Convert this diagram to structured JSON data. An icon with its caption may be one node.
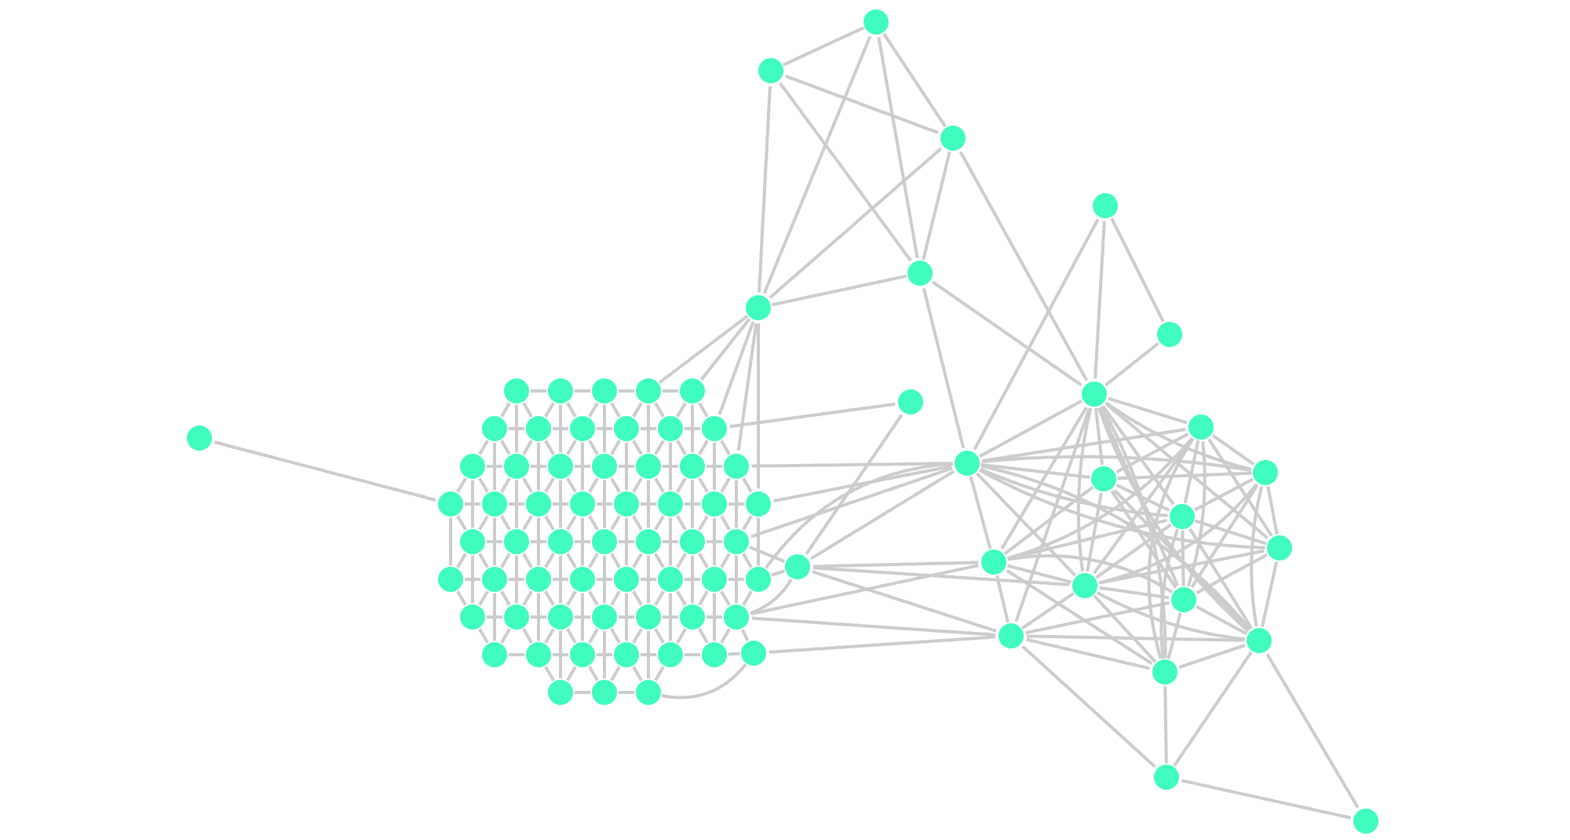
{
  "diagram": {
    "nodes": [
      {
        "text": [],
        "shape": "circle"
      },
      {
        "text": [],
        "shape": "circle"
      },
      {
        "text": [],
        "shape": "circle"
      },
      {
        "text": [],
        "shape": "circle"
      },
      {
        "text": [],
        "shape": "circle"
      },
      {
        "text": [],
        "shape": "circle"
      },
      {
        "text": [],
        "shape": "circle"
      },
      {
        "text": [],
        "shape": "circle"
      },
      {
        "text": [],
        "shape": "circle"
      },
      {
        "text": [],
        "shape": "circle"
      },
      {
        "text": [],
        "shape": "circle"
      },
      {
        "text": [],
        "shape": "circle"
      },
      {
        "text": [],
        "shape": "circle"
      },
      {
        "text": [],
        "shape": "circle"
      },
      {
        "text": [],
        "shape": "circle"
      },
      {
        "text": [],
        "shape": "circle"
      },
      {
        "text": [],
        "shape": "circle"
      },
      {
        "text": [],
        "shape": "circle"
      },
      {
        "text": [],
        "shape": "circle"
      },
      {
        "text": [],
        "shape": "circle"
      },
      {
        "text": [],
        "shape": "circle"
      },
      {
        "text": [],
        "shape": "circle"
      },
      {
        "text": [],
        "shape": "circle"
      },
      {
        "text": [],
        "shape": "circle"
      },
      {
        "text": [],
        "shape": "circle"
      },
      {
        "text": [],
        "shape": "circle"
      },
      {
        "text": [],
        "shape": "circle"
      },
      {
        "text": [],
        "shape": "circle"
      },
      {
        "text": [],
        "shape": "circle"
      },
      {
        "text": [],
        "shape": "circle"
      },
      {
        "text": [],
        "shape": "circle"
      },
      {
        "text": [],
        "shape": "circle"
      },
      {
        "text": [],
        "shape": "circle"
      },
      {
        "text": [],
        "shape": "circle"
      },
      {
        "text": [],
        "shape": "circle"
      },
      {
        "text": [],
        "shape": "circle"
      },
      {
        "text": [],
        "shape": "circle"
      },
      {
        "text": [],
        "shape": "circle"
      },
      {
        "text": [],
        "shape": "circle"
      },
      {
        "text": [],
        "shape": "circle"
      },
      {
        "text": [],
        "shape": "circle"
      },
      {
        "text": [],
        "shape": "circle"
      },
      {
        "text": [],
        "shape": "circle"
      },
      {
        "text": [],
        "shape": "circle"
      },
      {
        "text": [],
        "shape": "circle"
      },
      {
        "text": [],
        "shape": "circle"
      },
      {
        "text": [],
        "shape": "circle"
      },
      {
        "text": [],
        "shape": "circle"
      },
      {
        "text": [],
        "shape": "circle"
      },
      {
        "text": [],
        "shape": "circle"
      },
      {
        "text": [],
        "shape": "circle"
      },
      {
        "text": [],
        "shape": "circle"
      },
      {
        "text": [],
        "shape": "circle"
      },
      {
        "text": [],
        "shape": "circle"
      },
      {
        "text": [],
        "shape": "circle"
      },
      {
        "text": [],
        "shape": "circle"
      },
      {
        "text": [],
        "shape": "circle"
      },
      {
        "text": [],
        "shape": "circle"
      },
      {
        "text": [],
        "shape": "circle"
      },
      {
        "text": [],
        "shape": "circle"
      },
      {
        "text": [],
        "shape": "circle"
      },
      {
        "text": [],
        "shape": "circle"
      },
      {
        "text": [],
        "shape": "circle"
      },
      {
        "text": [],
        "shape": "circle"
      },
      {
        "text": [],
        "shape": "circle"
      },
      {
        "text": [],
        "shape": "circle"
      },
      {
        "text": [],
        "shape": "circle"
      },
      {
        "text": [],
        "shape": "circle"
      },
      {
        "text": [],
        "shape": "circle"
      },
      {
        "text": [],
        "shape": "circle"
      },
      {
        "text": [],
        "shape": "circle"
      },
      {
        "text": [],
        "shape": "circle"
      },
      {
        "text": [],
        "shape": "circle"
      },
      {
        "text": [],
        "shape": "circle"
      },
      {
        "text": [],
        "shape": "circle"
      },
      {
        "text": [],
        "shape": "circle"
      },
      {
        "text": [],
        "shape": "circle"
      },
      {
        "text": [],
        "shape": "circle"
      },
      {
        "text": [],
        "shape": "circle"
      },
      {
        "text": [],
        "shape": "circle"
      },
      {
        "text": [],
        "shape": "circle"
      },
      {
        "text": [],
        "shape": "circle"
      },
      {
        "text": [],
        "shape": "circle"
      }
    ],
    "edges": [
      {
        "from": 0,
        "to": 1,
        "arrow": "none"
      },
      {
        "from": 0,
        "to": 2,
        "arrow": "none"
      },
      {
        "from": 0,
        "to": 3,
        "arrow": "none"
      },
      {
        "from": 0,
        "to": 4,
        "arrow": "none"
      },
      {
        "from": 1,
        "to": 2,
        "arrow": "none"
      },
      {
        "from": 1,
        "to": 3,
        "arrow": "none"
      },
      {
        "from": 1,
        "to": 4,
        "arrow": "none"
      },
      {
        "from": 2,
        "to": 4,
        "arrow": "none"
      },
      {
        "from": 2,
        "to": 3,
        "arrow": "none"
      },
      {
        "from": 2,
        "to": 9,
        "arrow": "none"
      },
      {
        "from": 3,
        "to": 4,
        "arrow": "none"
      },
      {
        "from": 3,
        "to": 8,
        "arrow": "none"
      },
      {
        "from": 3,
        "to": 9,
        "arrow": "none"
      },
      {
        "from": 5,
        "to": 9,
        "arrow": "none"
      },
      {
        "from": 5,
        "to": 6,
        "arrow": "none"
      },
      {
        "from": 5,
        "to": 8,
        "arrow": "none"
      },
      {
        "from": 6,
        "to": 9,
        "arrow": "none"
      },
      {
        "from": 8,
        "to": 9,
        "arrow": "none"
      },
      {
        "from": 8,
        "to": 10,
        "arrow": "none"
      },
      {
        "from": 8,
        "to": 11,
        "arrow": "none"
      },
      {
        "from": 8,
        "to": 12,
        "arrow": "none"
      },
      {
        "from": 8,
        "to": 13,
        "arrow": "none"
      },
      {
        "from": 8,
        "to": 14,
        "arrow": "none"
      },
      {
        "from": 8,
        "to": 15,
        "arrow": "none"
      },
      {
        "from": 8,
        "to": 16,
        "arrow": "none"
      },
      {
        "from": 8,
        "to": 19,
        "arrow": "none"
      },
      {
        "from": 9,
        "to": 10,
        "arrow": "none"
      },
      {
        "from": 9,
        "to": 11,
        "arrow": "none"
      },
      {
        "from": 9,
        "to": 12,
        "arrow": "none"
      },
      {
        "from": 9,
        "to": 13,
        "arrow": "none"
      },
      {
        "from": 9,
        "to": 14,
        "arrow": "none"
      },
      {
        "from": 9,
        "to": 15,
        "arrow": "none"
      },
      {
        "from": 9,
        "to": 16,
        "arrow": "none"
      },
      {
        "from": 9,
        "to": 17,
        "arrow": "none"
      },
      {
        "from": 9,
        "to": 18,
        "arrow": "none"
      },
      {
        "from": 9,
        "to": 19,
        "arrow": "none"
      },
      {
        "from": 9,
        "to": 20,
        "arrow": "none"
      },
      {
        "from": 10,
        "to": 12,
        "arrow": "none"
      },
      {
        "from": 10,
        "to": 13,
        "arrow": "none"
      },
      {
        "from": 10,
        "to": 14,
        "arrow": "none"
      },
      {
        "from": 10,
        "to": 11,
        "arrow": "none"
      },
      {
        "from": 10,
        "to": 16,
        "arrow": "none"
      },
      {
        "from": 10,
        "to": 17,
        "arrow": "none"
      },
      {
        "from": 10,
        "to": 20,
        "arrow": "none"
      },
      {
        "from": 10,
        "to": 15,
        "arrow": "none"
      },
      {
        "from": 11,
        "to": 13,
        "arrow": "none"
      },
      {
        "from": 11,
        "to": 15,
        "arrow": "none"
      },
      {
        "from": 11,
        "to": 16,
        "arrow": "none"
      },
      {
        "from": 11,
        "to": 17,
        "arrow": "none"
      },
      {
        "from": 11,
        "to": 12,
        "arrow": "none"
      },
      {
        "from": 11,
        "to": 19,
        "arrow": "none"
      },
      {
        "from": 12,
        "to": 14,
        "arrow": "none"
      },
      {
        "from": 12,
        "to": 13,
        "arrow": "none"
      },
      {
        "from": 12,
        "to": 17,
        "arrow": "none"
      },
      {
        "from": 12,
        "to": 19,
        "arrow": "none"
      },
      {
        "from": 12,
        "to": 16,
        "arrow": "none"
      },
      {
        "from": 13,
        "to": 14,
        "arrow": "none"
      },
      {
        "from": 13,
        "to": 15,
        "arrow": "none"
      },
      {
        "from": 13,
        "to": 16,
        "arrow": "none"
      },
      {
        "from": 13,
        "to": 17,
        "arrow": "none"
      },
      {
        "from": 13,
        "to": 19,
        "arrow": "none"
      },
      {
        "from": 13,
        "to": 20,
        "arrow": "none"
      },
      {
        "from": 14,
        "to": 19,
        "arrow": "none"
      },
      {
        "from": 14,
        "to": 17,
        "arrow": "none"
      },
      {
        "from": 14,
        "to": 16,
        "arrow": "none"
      },
      {
        "from": 15,
        "to": 16,
        "arrow": "none"
      },
      {
        "from": 15,
        "to": 18,
        "arrow": "none"
      },
      {
        "from": 15,
        "to": 17,
        "arrow": "none"
      },
      {
        "from": 15,
        "to": 20,
        "arrow": "none"
      },
      {
        "from": 16,
        "to": 17,
        "arrow": "none"
      },
      {
        "from": 16,
        "to": 18,
        "arrow": "none"
      },
      {
        "from": 16,
        "to": 20,
        "arrow": "none"
      },
      {
        "from": 16,
        "to": 19,
        "arrow": "none"
      },
      {
        "from": 17,
        "to": 19,
        "arrow": "none"
      },
      {
        "from": 17,
        "to": 20,
        "arrow": "none"
      },
      {
        "from": 17,
        "to": 18,
        "arrow": "none"
      },
      {
        "from": 18,
        "to": 20,
        "arrow": "none"
      },
      {
        "from": 18,
        "to": 19,
        "arrow": "none"
      },
      {
        "from": 18,
        "to": 21,
        "arrow": "none"
      },
      {
        "from": 19,
        "to": 20,
        "arrow": "none"
      },
      {
        "from": 19,
        "to": 21,
        "arrow": "none"
      },
      {
        "from": 19,
        "to": 22,
        "arrow": "none"
      },
      {
        "from": 20,
        "to": 21,
        "arrow": "none"
      },
      {
        "from": 21,
        "to": 22,
        "arrow": "none"
      },
      {
        "from": 4,
        "to": 29,
        "arrow": "none"
      },
      {
        "from": 4,
        "to": 30,
        "arrow": "none"
      },
      {
        "from": 4,
        "to": 36,
        "arrow": "none"
      },
      {
        "from": 4,
        "to": 43,
        "arrow": "none"
      },
      {
        "from": 4,
        "to": 51,
        "arrow": "none"
      },
      {
        "from": 7,
        "to": 36,
        "arrow": "none"
      },
      {
        "from": 7,
        "to": 23,
        "arrow": "none"
      },
      {
        "from": 8,
        "to": 43,
        "arrow": "none"
      },
      {
        "from": 8,
        "to": 51,
        "arrow": "none"
      },
      {
        "from": 8,
        "to": 58,
        "arrow": "none"
      },
      {
        "from": 8,
        "to": 66,
        "arrow": "none"
      },
      {
        "from": 8,
        "to": 23,
        "arrow": "none"
      },
      {
        "from": 23,
        "to": 15,
        "arrow": "none"
      },
      {
        "from": 23,
        "to": 18,
        "arrow": "none"
      },
      {
        "from": 23,
        "to": 16,
        "arrow": "none"
      },
      {
        "from": 23,
        "to": 66,
        "arrow": "none"
      },
      {
        "from": 23,
        "to": 58,
        "arrow": "none"
      },
      {
        "from": 23,
        "to": 73,
        "arrow": "none"
      },
      {
        "from": 24,
        "to": 18,
        "arrow": "none"
      },
      {
        "from": 24,
        "to": 79,
        "arrow": "none"
      },
      {
        "from": 24,
        "to": 73,
        "arrow": "none"
      },
      {
        "from": 24,
        "to": 82,
        "arrow": "none"
      },
      {
        "from": 73,
        "to": 15,
        "arrow": "none"
      },
      {
        "from": 73,
        "to": 18,
        "arrow": "none"
      },
      {
        "from": 25,
        "to": 44,
        "arrow": "none"
      },
      {
        "from": 26,
        "to": 27,
        "arrow": "none"
      },
      {
        "from": 27,
        "to": 28,
        "arrow": "none"
      },
      {
        "from": 28,
        "to": 29,
        "arrow": "none"
      },
      {
        "from": 29,
        "to": 30,
        "arrow": "none"
      },
      {
        "from": 31,
        "to": 32,
        "arrow": "none"
      },
      {
        "from": 32,
        "to": 33,
        "arrow": "none"
      },
      {
        "from": 33,
        "to": 34,
        "arrow": "none"
      },
      {
        "from": 34,
        "to": 35,
        "arrow": "none"
      },
      {
        "from": 35,
        "to": 36,
        "arrow": "none"
      },
      {
        "from": 37,
        "to": 38,
        "arrow": "none"
      },
      {
        "from": 38,
        "to": 39,
        "arrow": "none"
      },
      {
        "from": 39,
        "to": 40,
        "arrow": "none"
      },
      {
        "from": 40,
        "to": 41,
        "arrow": "none"
      },
      {
        "from": 41,
        "to": 42,
        "arrow": "none"
      },
      {
        "from": 42,
        "to": 43,
        "arrow": "none"
      },
      {
        "from": 44,
        "to": 45,
        "arrow": "none"
      },
      {
        "from": 45,
        "to": 46,
        "arrow": "none"
      },
      {
        "from": 46,
        "to": 47,
        "arrow": "none"
      },
      {
        "from": 47,
        "to": 48,
        "arrow": "none"
      },
      {
        "from": 48,
        "to": 49,
        "arrow": "none"
      },
      {
        "from": 49,
        "to": 50,
        "arrow": "none"
      },
      {
        "from": 50,
        "to": 51,
        "arrow": "none"
      },
      {
        "from": 52,
        "to": 53,
        "arrow": "none"
      },
      {
        "from": 53,
        "to": 54,
        "arrow": "none"
      },
      {
        "from": 54,
        "to": 55,
        "arrow": "none"
      },
      {
        "from": 55,
        "to": 56,
        "arrow": "none"
      },
      {
        "from": 56,
        "to": 57,
        "arrow": "none"
      },
      {
        "from": 57,
        "to": 58,
        "arrow": "none"
      },
      {
        "from": 59,
        "to": 60,
        "arrow": "none"
      },
      {
        "from": 60,
        "to": 61,
        "arrow": "none"
      },
      {
        "from": 61,
        "to": 62,
        "arrow": "none"
      },
      {
        "from": 62,
        "to": 63,
        "arrow": "none"
      },
      {
        "from": 63,
        "to": 64,
        "arrow": "none"
      },
      {
        "from": 64,
        "to": 65,
        "arrow": "none"
      },
      {
        "from": 65,
        "to": 66,
        "arrow": "none"
      },
      {
        "from": 67,
        "to": 68,
        "arrow": "none"
      },
      {
        "from": 68,
        "to": 69,
        "arrow": "none"
      },
      {
        "from": 69,
        "to": 70,
        "arrow": "none"
      },
      {
        "from": 70,
        "to": 71,
        "arrow": "none"
      },
      {
        "from": 71,
        "to": 72,
        "arrow": "none"
      },
      {
        "from": 72,
        "to": 73,
        "arrow": "none"
      },
      {
        "from": 74,
        "to": 75,
        "arrow": "none"
      },
      {
        "from": 75,
        "to": 76,
        "arrow": "none"
      },
      {
        "from": 76,
        "to": 77,
        "arrow": "none"
      },
      {
        "from": 77,
        "to": 78,
        "arrow": "none"
      },
      {
        "from": 78,
        "to": 79,
        "arrow": "none"
      },
      {
        "from": 80,
        "to": 81,
        "arrow": "none"
      },
      {
        "from": 81,
        "to": 82,
        "arrow": "none"
      },
      {
        "from": 26,
        "to": 31,
        "arrow": "none"
      },
      {
        "from": 26,
        "to": 32,
        "arrow": "none"
      },
      {
        "from": 27,
        "to": 32,
        "arrow": "none"
      },
      {
        "from": 27,
        "to": 33,
        "arrow": "none"
      },
      {
        "from": 28,
        "to": 33,
        "arrow": "none"
      },
      {
        "from": 28,
        "to": 34,
        "arrow": "none"
      },
      {
        "from": 29,
        "to": 34,
        "arrow": "none"
      },
      {
        "from": 29,
        "to": 35,
        "arrow": "none"
      },
      {
        "from": 30,
        "to": 35,
        "arrow": "none"
      },
      {
        "from": 30,
        "to": 36,
        "arrow": "none"
      },
      {
        "from": 31,
        "to": 37,
        "arrow": "none"
      },
      {
        "from": 31,
        "to": 38,
        "arrow": "none"
      },
      {
        "from": 32,
        "to": 38,
        "arrow": "none"
      },
      {
        "from": 32,
        "to": 39,
        "arrow": "none"
      },
      {
        "from": 33,
        "to": 39,
        "arrow": "none"
      },
      {
        "from": 33,
        "to": 40,
        "arrow": "none"
      },
      {
        "from": 34,
        "to": 40,
        "arrow": "none"
      },
      {
        "from": 34,
        "to": 41,
        "arrow": "none"
      },
      {
        "from": 35,
        "to": 41,
        "arrow": "none"
      },
      {
        "from": 35,
        "to": 42,
        "arrow": "none"
      },
      {
        "from": 36,
        "to": 42,
        "arrow": "none"
      },
      {
        "from": 36,
        "to": 43,
        "arrow": "none"
      },
      {
        "from": 37,
        "to": 44,
        "arrow": "none"
      },
      {
        "from": 37,
        "to": 45,
        "arrow": "none"
      },
      {
        "from": 38,
        "to": 45,
        "arrow": "none"
      },
      {
        "from": 38,
        "to": 46,
        "arrow": "none"
      },
      {
        "from": 39,
        "to": 46,
        "arrow": "none"
      },
      {
        "from": 39,
        "to": 47,
        "arrow": "none"
      },
      {
        "from": 40,
        "to": 47,
        "arrow": "none"
      },
      {
        "from": 40,
        "to": 48,
        "arrow": "none"
      },
      {
        "from": 41,
        "to": 48,
        "arrow": "none"
      },
      {
        "from": 41,
        "to": 49,
        "arrow": "none"
      },
      {
        "from": 42,
        "to": 49,
        "arrow": "none"
      },
      {
        "from": 42,
        "to": 50,
        "arrow": "none"
      },
      {
        "from": 43,
        "to": 50,
        "arrow": "none"
      },
      {
        "from": 43,
        "to": 51,
        "arrow": "none"
      },
      {
        "from": 52,
        "to": 44,
        "arrow": "none"
      },
      {
        "from": 52,
        "to": 45,
        "arrow": "none"
      },
      {
        "from": 53,
        "to": 45,
        "arrow": "none"
      },
      {
        "from": 53,
        "to": 46,
        "arrow": "none"
      },
      {
        "from": 54,
        "to": 46,
        "arrow": "none"
      },
      {
        "from": 54,
        "to": 47,
        "arrow": "none"
      },
      {
        "from": 55,
        "to": 47,
        "arrow": "none"
      },
      {
        "from": 55,
        "to": 48,
        "arrow": "none"
      },
      {
        "from": 56,
        "to": 48,
        "arrow": "none"
      },
      {
        "from": 56,
        "to": 49,
        "arrow": "none"
      },
      {
        "from": 57,
        "to": 49,
        "arrow": "none"
      },
      {
        "from": 57,
        "to": 50,
        "arrow": "none"
      },
      {
        "from": 58,
        "to": 50,
        "arrow": "none"
      },
      {
        "from": 58,
        "to": 51,
        "arrow": "none"
      },
      {
        "from": 52,
        "to": 59,
        "arrow": "none"
      },
      {
        "from": 52,
        "to": 60,
        "arrow": "none"
      },
      {
        "from": 53,
        "to": 60,
        "arrow": "none"
      },
      {
        "from": 53,
        "to": 61,
        "arrow": "none"
      },
      {
        "from": 54,
        "to": 61,
        "arrow": "none"
      },
      {
        "from": 54,
        "to": 62,
        "arrow": "none"
      },
      {
        "from": 55,
        "to": 62,
        "arrow": "none"
      },
      {
        "from": 55,
        "to": 63,
        "arrow": "none"
      },
      {
        "from": 56,
        "to": 63,
        "arrow": "none"
      },
      {
        "from": 56,
        "to": 64,
        "arrow": "none"
      },
      {
        "from": 57,
        "to": 64,
        "arrow": "none"
      },
      {
        "from": 57,
        "to": 65,
        "arrow": "none"
      },
      {
        "from": 58,
        "to": 65,
        "arrow": "none"
      },
      {
        "from": 58,
        "to": 66,
        "arrow": "none"
      },
      {
        "from": 67,
        "to": 59,
        "arrow": "none"
      },
      {
        "from": 67,
        "to": 60,
        "arrow": "none"
      },
      {
        "from": 68,
        "to": 60,
        "arrow": "none"
      },
      {
        "from": 68,
        "to": 61,
        "arrow": "none"
      },
      {
        "from": 69,
        "to": 61,
        "arrow": "none"
      },
      {
        "from": 69,
        "to": 62,
        "arrow": "none"
      },
      {
        "from": 70,
        "to": 62,
        "arrow": "none"
      },
      {
        "from": 70,
        "to": 63,
        "arrow": "none"
      },
      {
        "from": 71,
        "to": 63,
        "arrow": "none"
      },
      {
        "from": 71,
        "to": 64,
        "arrow": "none"
      },
      {
        "from": 72,
        "to": 64,
        "arrow": "none"
      },
      {
        "from": 72,
        "to": 65,
        "arrow": "none"
      },
      {
        "from": 73,
        "to": 65,
        "arrow": "none"
      },
      {
        "from": 73,
        "to": 66,
        "arrow": "none"
      },
      {
        "from": 74,
        "to": 67,
        "arrow": "none"
      },
      {
        "from": 74,
        "to": 68,
        "arrow": "none"
      },
      {
        "from": 75,
        "to": 68,
        "arrow": "none"
      },
      {
        "from": 75,
        "to": 69,
        "arrow": "none"
      },
      {
        "from": 76,
        "to": 69,
        "arrow": "none"
      },
      {
        "from": 76,
        "to": 70,
        "arrow": "none"
      },
      {
        "from": 77,
        "to": 70,
        "arrow": "none"
      },
      {
        "from": 77,
        "to": 71,
        "arrow": "none"
      },
      {
        "from": 78,
        "to": 71,
        "arrow": "none"
      },
      {
        "from": 78,
        "to": 72,
        "arrow": "none"
      },
      {
        "from": 79,
        "to": 72,
        "arrow": "none"
      },
      {
        "from": 79,
        "to": 73,
        "arrow": "none"
      },
      {
        "from": 80,
        "to": 75,
        "arrow": "none"
      },
      {
        "from": 80,
        "to": 76,
        "arrow": "none"
      },
      {
        "from": 81,
        "to": 76,
        "arrow": "none"
      },
      {
        "from": 81,
        "to": 77,
        "arrow": "none"
      },
      {
        "from": 82,
        "to": 77,
        "arrow": "none"
      },
      {
        "from": 82,
        "to": 78,
        "arrow": "none"
      },
      {
        "from": 26,
        "to": 38,
        "arrow": "none"
      },
      {
        "from": 27,
        "to": 39,
        "arrow": "none"
      },
      {
        "from": 28,
        "to": 40,
        "arrow": "none"
      },
      {
        "from": 29,
        "to": 41,
        "arrow": "none"
      },
      {
        "from": 30,
        "to": 42,
        "arrow": "none"
      },
      {
        "from": 31,
        "to": 45,
        "arrow": "none"
      },
      {
        "from": 32,
        "to": 46,
        "arrow": "none"
      },
      {
        "from": 33,
        "to": 47,
        "arrow": "none"
      },
      {
        "from": 34,
        "to": 48,
        "arrow": "none"
      },
      {
        "from": 35,
        "to": 49,
        "arrow": "none"
      },
      {
        "from": 36,
        "to": 50,
        "arrow": "none"
      },
      {
        "from": 37,
        "to": 52,
        "arrow": "none"
      },
      {
        "from": 38,
        "to": 53,
        "arrow": "none"
      },
      {
        "from": 39,
        "to": 54,
        "arrow": "none"
      },
      {
        "from": 40,
        "to": 55,
        "arrow": "none"
      },
      {
        "from": 41,
        "to": 56,
        "arrow": "none"
      },
      {
        "from": 42,
        "to": 57,
        "arrow": "none"
      },
      {
        "from": 43,
        "to": 58,
        "arrow": "none"
      },
      {
        "from": 44,
        "to": 59,
        "arrow": "none"
      },
      {
        "from": 45,
        "to": 60,
        "arrow": "none"
      },
      {
        "from": 46,
        "to": 61,
        "arrow": "none"
      },
      {
        "from": 47,
        "to": 62,
        "arrow": "none"
      },
      {
        "from": 48,
        "to": 63,
        "arrow": "none"
      },
      {
        "from": 49,
        "to": 64,
        "arrow": "none"
      },
      {
        "from": 50,
        "to": 65,
        "arrow": "none"
      },
      {
        "from": 51,
        "to": 66,
        "arrow": "none"
      },
      {
        "from": 52,
        "to": 67,
        "arrow": "none"
      },
      {
        "from": 53,
        "to": 68,
        "arrow": "none"
      },
      {
        "from": 54,
        "to": 69,
        "arrow": "none"
      },
      {
        "from": 55,
        "to": 70,
        "arrow": "none"
      },
      {
        "from": 56,
        "to": 71,
        "arrow": "none"
      },
      {
        "from": 57,
        "to": 72,
        "arrow": "none"
      },
      {
        "from": 58,
        "to": 73,
        "arrow": "none"
      },
      {
        "from": 60,
        "to": 74,
        "arrow": "none"
      },
      {
        "from": 61,
        "to": 75,
        "arrow": "none"
      },
      {
        "from": 62,
        "to": 76,
        "arrow": "none"
      },
      {
        "from": 63,
        "to": 77,
        "arrow": "none"
      },
      {
        "from": 64,
        "to": 78,
        "arrow": "none"
      },
      {
        "from": 65,
        "to": 79,
        "arrow": "none"
      },
      {
        "from": 69,
        "to": 80,
        "arrow": "none"
      },
      {
        "from": 70,
        "to": 81,
        "arrow": "none"
      },
      {
        "from": 71,
        "to": 82,
        "arrow": "none"
      }
    ]
  }
}
